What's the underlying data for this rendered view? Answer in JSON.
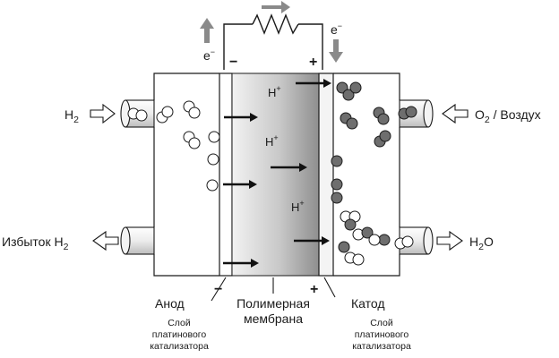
{
  "labels": {
    "h2_in": "H",
    "h2_in_sub": "2",
    "excess": "Избыток  H",
    "excess_sub": "2",
    "o2_in": "O",
    "o2_in_sub": "2",
    "o2_in_rest": " / Воздух",
    "h2o_h": "H",
    "h2o_sub": "2",
    "h2o_o": "O",
    "electron": "e",
    "electron_sup": "−",
    "proton": "H",
    "proton_sup": "+",
    "minus": "−",
    "plus": "+"
  },
  "bottom": {
    "anode": "Анод",
    "anode_catalyst": [
      "Слой",
      "платинового",
      "катализатора"
    ],
    "membrane": [
      "Полимерная",
      "мембрана"
    ],
    "cathode": "Катод",
    "cathode_catalyst": [
      "Слой",
      "платинового",
      "катализатора"
    ]
  },
  "colors": {
    "outline": "#1a1a1a",
    "arrow_gray": "#8a8a8a",
    "dark_particle": "#6e6e6e",
    "membrane_dark": "#a8a8a8",
    "membrane_light": "#e4e4e4"
  }
}
